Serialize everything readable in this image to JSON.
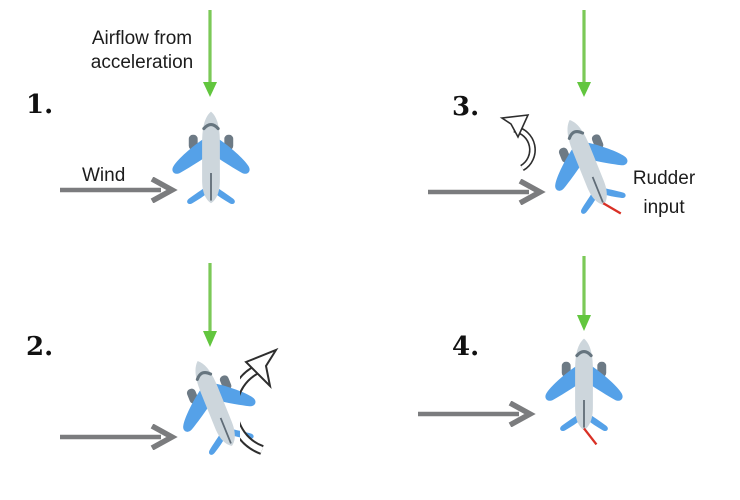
{
  "diagram": {
    "labels": {
      "airflow_line1": "Airflow from",
      "airflow_line2": "acceleration",
      "wind": "Wind",
      "rudder_line1": "Rudder",
      "rudder_line2": "input"
    },
    "panels": [
      {
        "number": "1.",
        "plane_rotation_deg": 0,
        "rudder_deflected": false,
        "rotation_arrow": "none"
      },
      {
        "number": "2.",
        "plane_rotation_deg": -22,
        "rudder_deflected": false,
        "rotation_arrow": "large-counterclockwise"
      },
      {
        "number": "3.",
        "plane_rotation_deg": -22,
        "rudder_deflected": true,
        "rotation_arrow": "small-clockwise"
      },
      {
        "number": "4.",
        "plane_rotation_deg": 0,
        "rudder_deflected": true,
        "rotation_arrow": "none"
      }
    ],
    "colors": {
      "airflow_arrow_green_shaft": "#7bc957",
      "airflow_arrow_green_head": "#62c63e",
      "wind_arrow_gray": "#7b7c7e",
      "rudder_deflection_red": "#d93025",
      "plane_fuselage": "#cdd6dc",
      "plane_wings": "#55a1e8",
      "plane_details": "#66757f",
      "rotation_arrow_outline": "#2e2e2e",
      "text": "#1c1c1c",
      "background": "#ffffff"
    }
  }
}
